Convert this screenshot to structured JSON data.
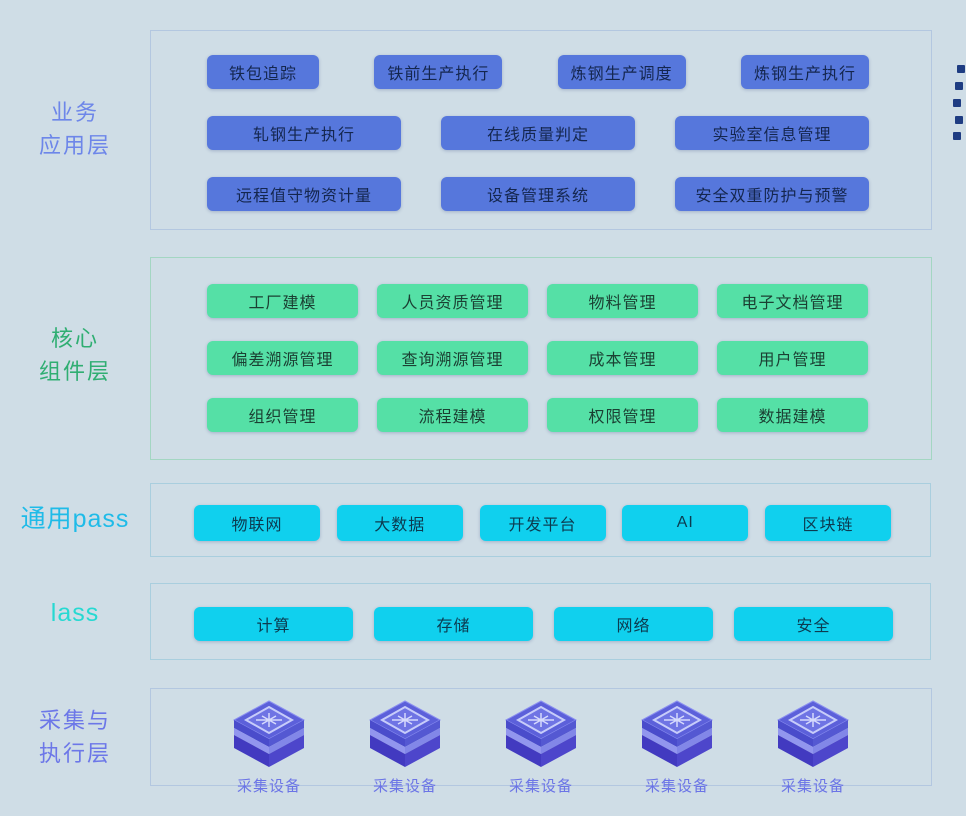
{
  "page": {
    "background_color": "#cfdde6",
    "edge_dash_color": "#1e3c82"
  },
  "layers": [
    {
      "id": "business-application",
      "label_lines": [
        "业务",
        "应用层"
      ],
      "label_color": "#6d86e9",
      "button_color": "#5677dc",
      "border_color": "#b3c7e0",
      "rows": [
        [
          "铁包追踪",
          "铁前生产执行",
          "炼钢生产调度",
          "炼钢生产执行"
        ],
        [
          "轧钢生产执行",
          "在线质量判定",
          "实验室信息管理"
        ],
        [
          "远程值守物资计量",
          "设备管理系统",
          "安全双重防护与预警"
        ]
      ]
    },
    {
      "id": "core-components",
      "label_lines": [
        "核心",
        "组件层"
      ],
      "label_color": "#2fae72",
      "button_color": "#55e0a6",
      "border_color": "#a3d6c2",
      "rows": [
        [
          "工厂建模",
          "人员资质管理",
          "物料管理",
          "电子文档管理"
        ],
        [
          "偏差溯源管理",
          "查询溯源管理",
          "成本管理",
          "用户管理"
        ],
        [
          "组织管理",
          "流程建模",
          "权限管理",
          "数据建模"
        ]
      ]
    },
    {
      "id": "common-paas",
      "label_lines": [
        "通用pass"
      ],
      "label_color": "#1fbbe8",
      "button_color": "#10d0ee",
      "border_color": "#a9cede",
      "rows": [
        [
          "物联网",
          "大数据",
          "开发平台",
          "AI",
          "区块链"
        ]
      ]
    },
    {
      "id": "iaas",
      "label_lines": [
        "lass"
      ],
      "label_color": "#26d9d2",
      "button_color": "#10d0ee",
      "border_color": "#a9cede",
      "rows": [
        [
          "计算",
          "存储",
          "网络",
          "安全"
        ]
      ]
    },
    {
      "id": "collection-execution",
      "label_lines": [
        "采集与",
        "执行层"
      ],
      "label_color": "#6c77e8",
      "device_label_color": "#6b74e6",
      "cube_color": "#5c60da",
      "border_color": "#b3c7e0",
      "devices": [
        "采集设备",
        "采集设备",
        "采集设备",
        "采集设备",
        "采集设备"
      ]
    }
  ]
}
